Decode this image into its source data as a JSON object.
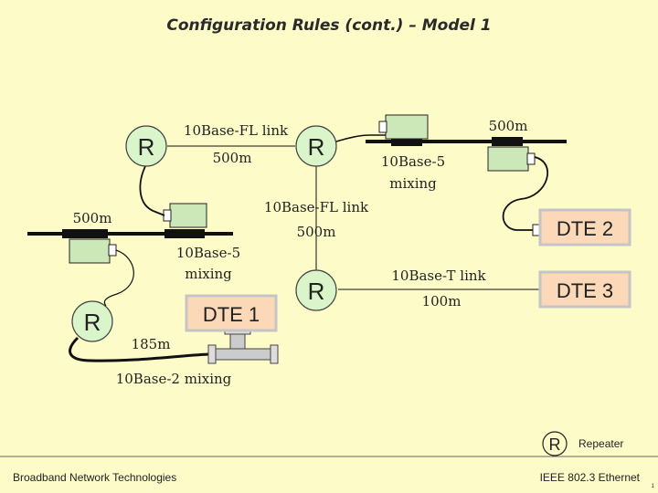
{
  "title": "Configuration Rules (cont.) – Model 1",
  "repeater_letter": "R",
  "links": {
    "fl_top_name": "10Base-FL link",
    "fl_top_len": "500m",
    "fl_vert_name": "10Base-FL link",
    "fl_vert_len": "500m",
    "base5_right_name": "10Base-5",
    "base5_right_mixing": "mixing",
    "base5_right_len": "500m",
    "base5_left_len": "500m",
    "base5_left_name": "10Base-5",
    "base5_left_mixing": "mixing",
    "base_t_name": "10Base-T link",
    "base_t_len": "100m",
    "base2_len": "185m",
    "base2_name": "10Base-2 mixing"
  },
  "dte": {
    "dte1": "DTE 1",
    "dte2": "DTE 2",
    "dte3": "DTE 3"
  },
  "legend": {
    "symbol": "R",
    "label": "Repeater"
  },
  "footer": {
    "left": "Broadband Network Technologies",
    "right": "IEEE 802.3 Ethernet",
    "page": "1"
  },
  "colors": {
    "background": "#fdfcc8",
    "repeater_fill": "#d9f5c9",
    "transceiver_fill": "#cce8b8",
    "dte_fill": "#fad8b8",
    "dte_border": "#c5c5c5",
    "line": "#111111"
  }
}
